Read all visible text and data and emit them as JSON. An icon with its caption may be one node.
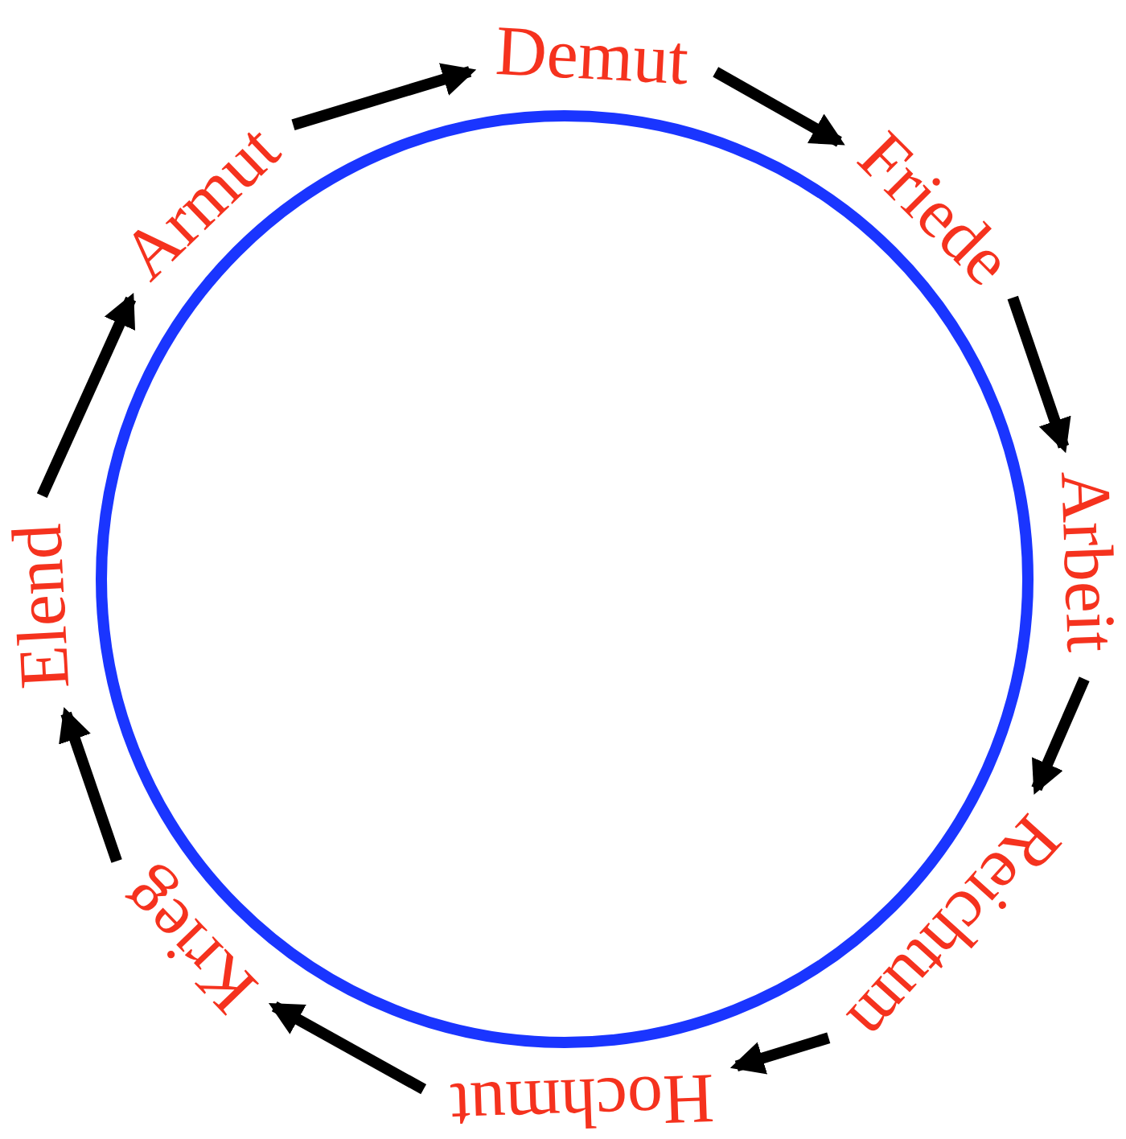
{
  "diagram": {
    "nodes": [
      {
        "text": [
          "Demut"
        ]
      },
      {
        "text": [
          "Friede"
        ]
      },
      {
        "text": [
          "Arbeit"
        ]
      },
      {
        "text": [
          "Reichtum"
        ]
      },
      {
        "text": [
          "Hochmut"
        ]
      },
      {
        "text": [
          "Krieg"
        ]
      },
      {
        "text": [
          "Elend"
        ]
      },
      {
        "text": [
          "Armut"
        ]
      }
    ],
    "edges": [
      {
        "from": 0,
        "to": 1,
        "arrow": "to"
      },
      {
        "from": 1,
        "to": 2,
        "arrow": "to"
      },
      {
        "from": 2,
        "to": 3,
        "arrow": "to"
      },
      {
        "from": 3,
        "to": 4,
        "arrow": "to"
      },
      {
        "from": 4,
        "to": 5,
        "arrow": "to"
      },
      {
        "from": 5,
        "to": 6,
        "arrow": "to"
      },
      {
        "from": 6,
        "to": 7,
        "arrow": "to"
      },
      {
        "from": 7,
        "to": 0,
        "arrow": "to"
      }
    ]
  }
}
